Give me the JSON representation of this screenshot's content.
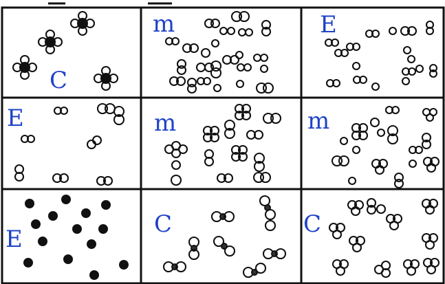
{
  "cells": [
    {
      "id": "r1c1",
      "label": "C",
      "kind": "compound"
    },
    {
      "id": "r1c2",
      "label": "m",
      "kind": "mixture"
    },
    {
      "id": "r1c3",
      "label": "E",
      "kind": "element"
    },
    {
      "id": "r2c1",
      "label": "E",
      "kind": "element"
    },
    {
      "id": "r2c2",
      "label": "m",
      "kind": "mixture"
    },
    {
      "id": "r2c3",
      "label": "m",
      "kind": "mixture"
    },
    {
      "id": "r3c1",
      "label": "E",
      "kind": "element"
    },
    {
      "id": "r3c2",
      "label": "C",
      "kind": "compound"
    },
    {
      "id": "r3c3",
      "label": "C",
      "kind": "compound"
    }
  ],
  "colors": {
    "ink": "#111111",
    "label": "#1f43c6",
    "paper": "#ffffff"
  }
}
